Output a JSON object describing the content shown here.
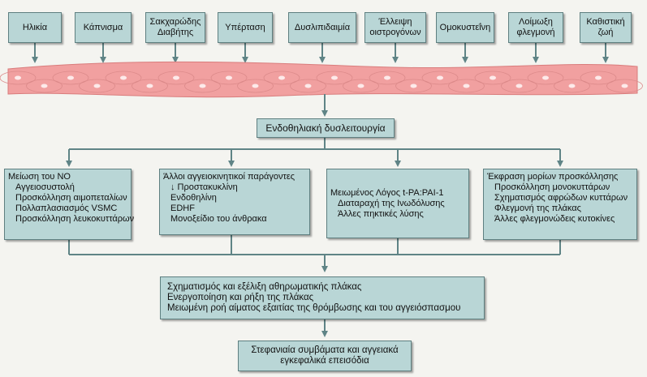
{
  "risk_factors": [
    "Ηλικία",
    "Κάπνισμα",
    "Σακχαρώδης Διαβήτης",
    "Υπέρταση",
    "Δυσλιπιδαιμία",
    "Έλλειψη οιστρογόνων",
    "Ομοκυστεΐνη",
    "Λοίμωξη φλεγμονή",
    "Καθιστική ζωή"
  ],
  "central": "Ενδοθηλιακή δυσλειτουργία",
  "pathways": [
    {
      "lines": [
        "Μείωση του NO",
        "Αγγειοσυστολή",
        "Προσκόλληση αιμοπεταλίων",
        "Πολλαπλασιασμός VSMC",
        "Προσκόλληση  λευκοκυττάρων"
      ]
    },
    {
      "lines": [
        "Άλλοι αγγειοκινητικοί παράγοντες",
        "↓ Προστακυκλίνη",
        "Ενδοθηλίνη",
        "EDHF",
        "Μονοξείδιο του άνθρακα"
      ]
    },
    {
      "lines": [
        "Μειωμένος Λόγος t-PA:PAI-1",
        "Διαταραχή της Ινωδόλυσης",
        "Άλλες πηκτικές λύσης"
      ]
    },
    {
      "lines": [
        "Έκφραση μορίων προσκόλλησης",
        "Προσκόλληση μονοκυττάρων",
        "Σχηματισμός αφρώδων κυττάρων",
        "Φλεγμονή της πλάκας",
        "Άλλες φλεγμονώδεις κυτοκίνες"
      ]
    }
  ],
  "plaque": [
    "Σχηματισμός και εξέλιξη αθηρωματικής πλάκας",
    "Ενεργοποίηση και ρήξη της πλάκας",
    "Μειωμένη ροή αίματος εξαιτίας της θρόμβωσης και του αγγειόσπασμου"
  ],
  "outcome": [
    "Στεφανιαία συμβάματα και αγγειακά",
    "εγκεφαλικά επεισόδια"
  ],
  "colors": {
    "box_fill": "#b9d6d6",
    "box_border": "#5e7f80",
    "arrow": "#5f8486",
    "endothelium": "#f1a0a0",
    "nucleus": "#fdeaea"
  }
}
